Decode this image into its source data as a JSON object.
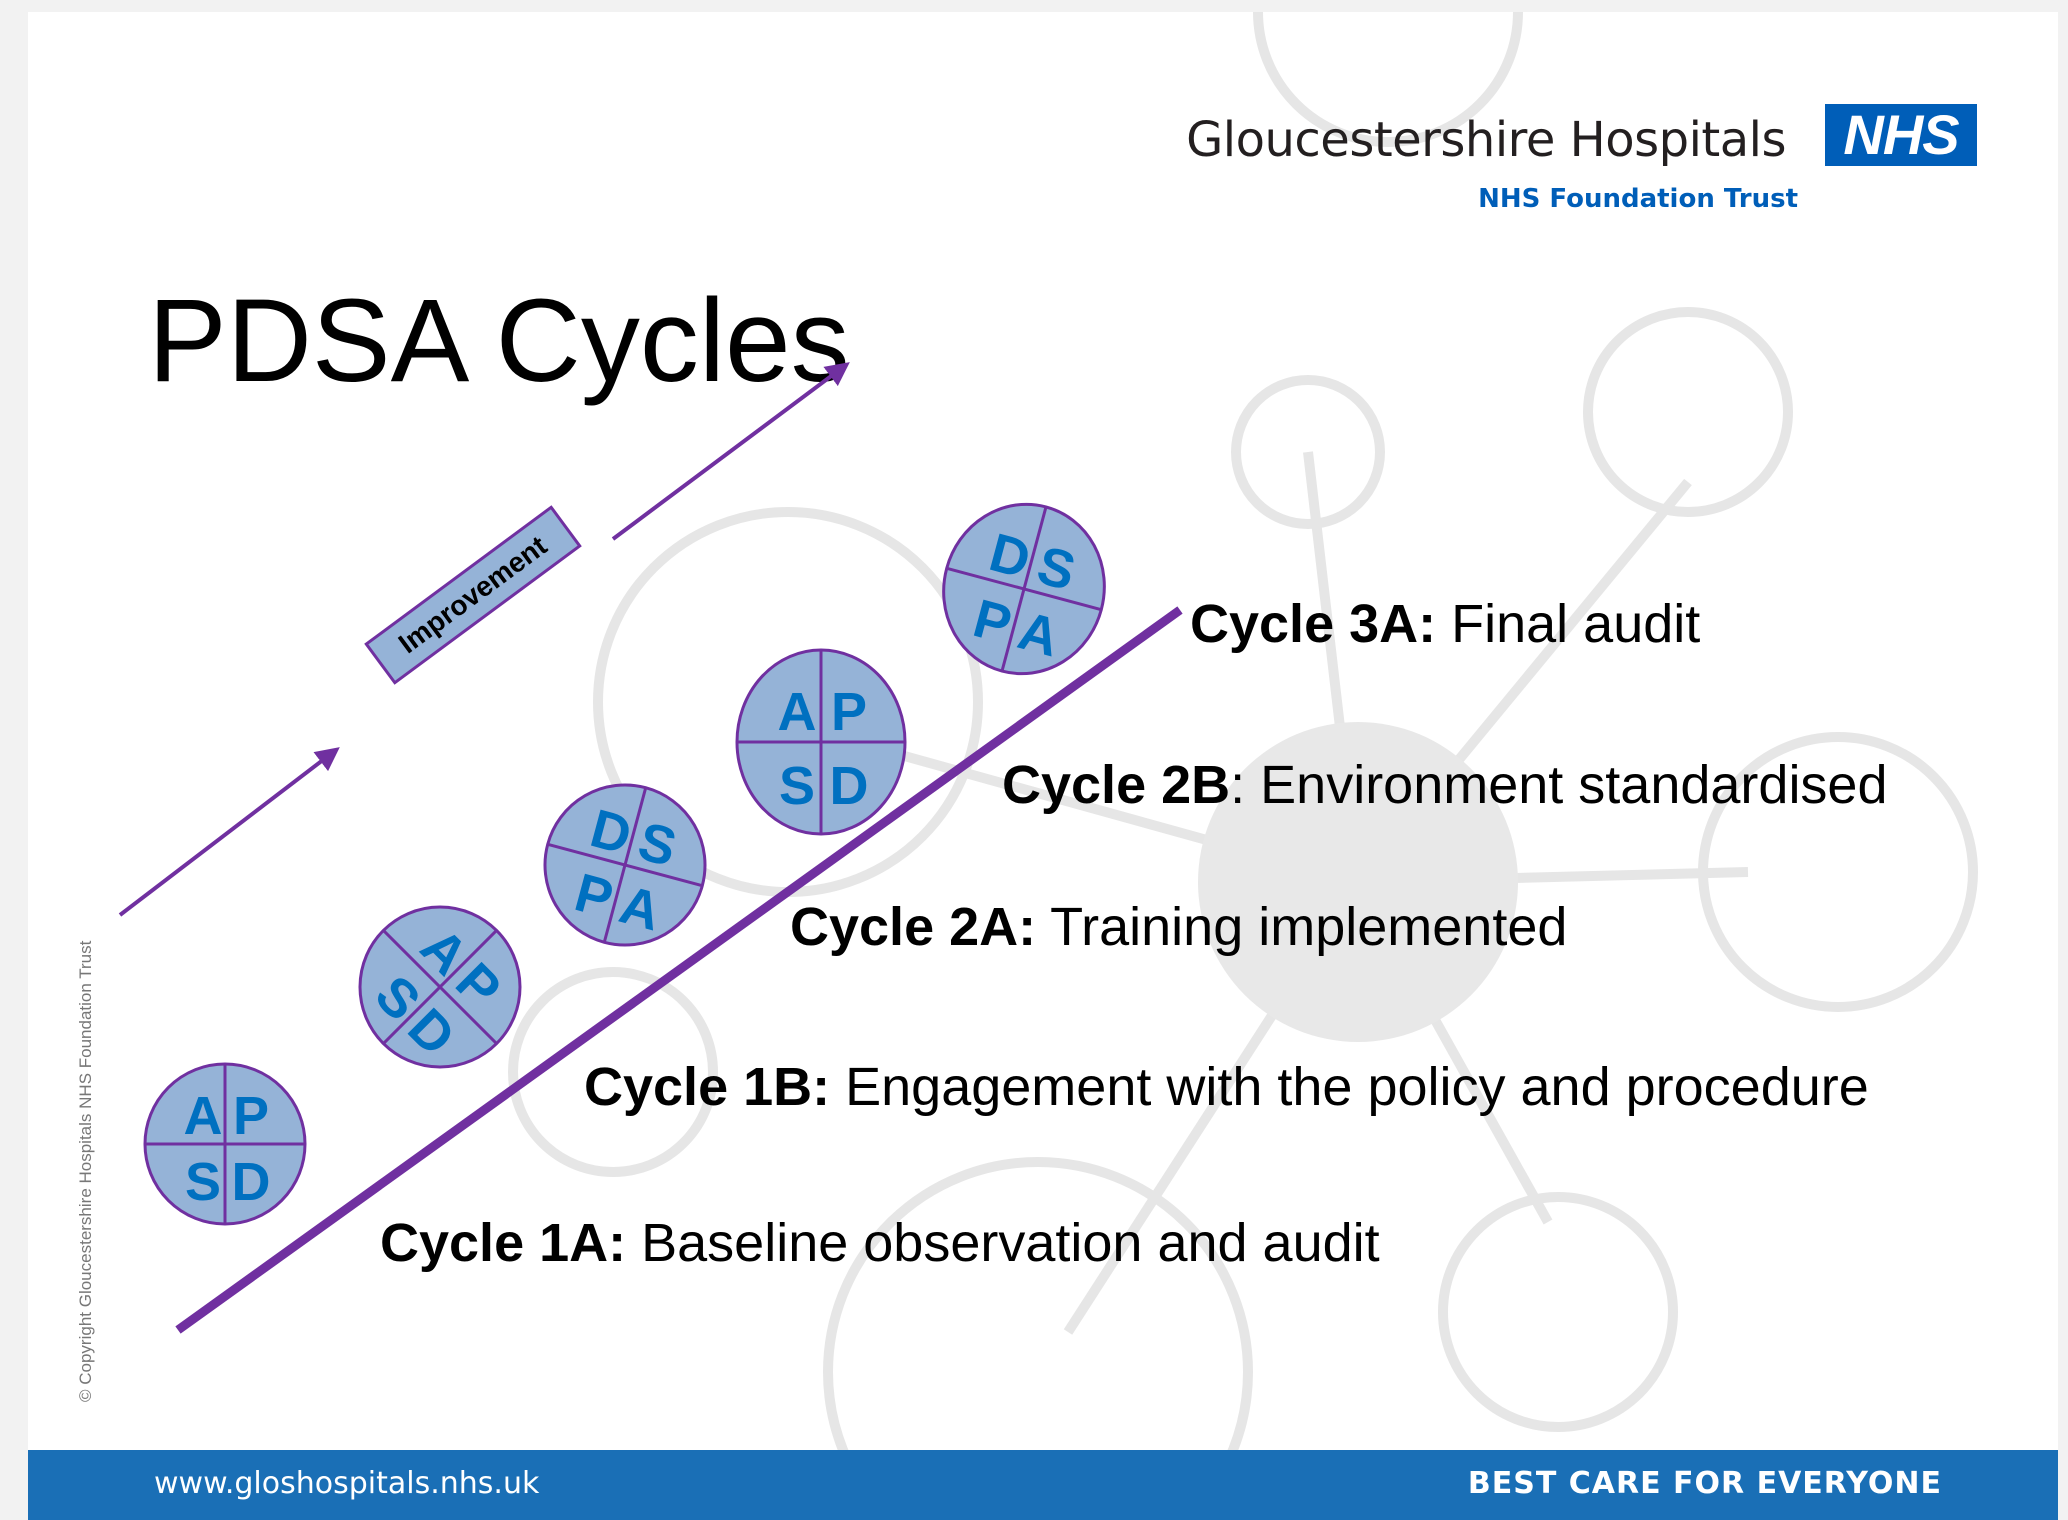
{
  "header": {
    "org_name": "Gloucestershire Hospitals",
    "nhs_logo": "NHS",
    "trust_name": "NHS Foundation Trust"
  },
  "title": "PDSA Cycles",
  "improvement_label": "Improvement",
  "pdsa_wheels": [
    {
      "quadrants": [
        "A",
        "P",
        "S",
        "D"
      ]
    },
    {
      "quadrants": [
        "A",
        "P",
        "S",
        "D"
      ]
    },
    {
      "quadrants": [
        "D",
        "S",
        "P",
        "A"
      ]
    },
    {
      "quadrants": [
        "A",
        "P",
        "S",
        "D"
      ]
    },
    {
      "quadrants": [
        "D",
        "S",
        "P",
        "A"
      ]
    }
  ],
  "cycles": [
    {
      "id": "Cycle 1A:",
      "text": " Baseline observation and audit"
    },
    {
      "id": "Cycle 1B:",
      "text": " Engagement with the policy and procedure"
    },
    {
      "id": "Cycle 2A:",
      "text": " Training implemented"
    },
    {
      "id": "Cycle 2B",
      "text": ": Environment standardised"
    },
    {
      "id": "Cycle 3A:",
      "text": " Final audit"
    }
  ],
  "copyright": "© Copyright Gloucestershire Hospitals NHS Foundation Trust",
  "footer": {
    "url": "www.gloshospitals.nhs.uk",
    "tagline": "BEST CARE FOR EVERYONE"
  },
  "colors": {
    "wheel_fill": "#95b3d7",
    "wheel_stroke": "#7030a0",
    "wheel_letters": "#0070c0",
    "ramp_line": "#7030a0",
    "nhs_blue": "#005eb8",
    "footer_bar": "#1a6fb6"
  }
}
